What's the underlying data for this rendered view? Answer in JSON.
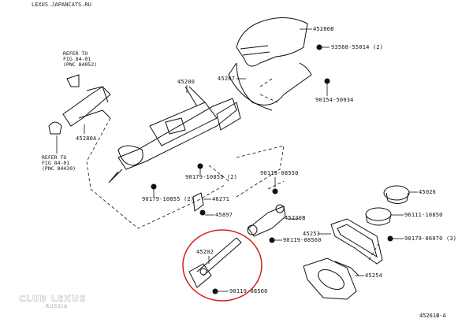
{
  "site": "LEXUS.JAPANCATS.RU",
  "figure_id": "45261B-A",
  "watermark": {
    "line1": "CLUB LEXUS",
    "line2": "RUSSIA"
  },
  "highlight_color": "#d42020",
  "notes": {
    "refer_top": "REFER TO\nFIG 84-01\n(PNC 84052)",
    "refer_bottom": "REFER TO\nFIG 84-01\n(PNC 84430)"
  },
  "parts": {
    "p45286b": "45286B",
    "p93568": "93568-55014 (2)",
    "p45287": "45287",
    "p90154": "90154-50034",
    "p45200": "45200",
    "p45280a": "45280A",
    "p90179_a": "90179-10855 (2)",
    "p90179_b": "90179-10855 (2)",
    "p46271": "46271",
    "p45897": "45897",
    "p90119_a": "90119-08550",
    "p45230b": "45230B",
    "p90119_b": "90119-08560",
    "p45202": "45202",
    "p90119_c": "90119-08560",
    "p45026": "45026",
    "p96111": "96111-10850",
    "p45253": "45253",
    "p90179_c": "90179-06070 (3)",
    "p45254": "45254"
  }
}
